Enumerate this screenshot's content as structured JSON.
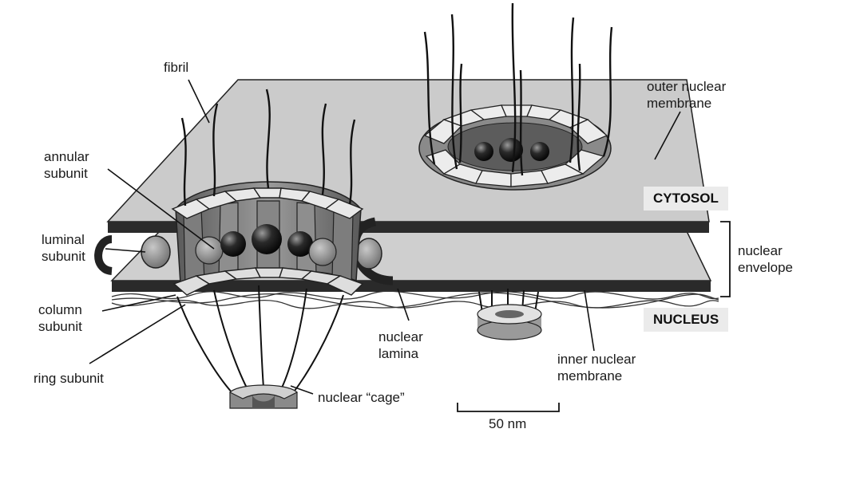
{
  "labels": {
    "fibril": "fibril",
    "outer_nuclear_membrane": "outer nuclear\nmembrane",
    "annular_subunit": "annular\nsubunit",
    "luminal_subunit": "luminal\nsubunit",
    "column_subunit": "column\nsubunit",
    "ring_subunit": "ring subunit",
    "nuclear_envelope": "nuclear\nenvelope",
    "nuclear_lamina": "nuclear\nlamina",
    "inner_nuclear_membrane": "inner nuclear\nmembrane",
    "nuclear_cage": "nuclear “cage”",
    "scale_bar": "50 nm"
  },
  "regions": {
    "cytosol": "CYTOSOL",
    "nucleus": "NUCLEUS"
  }
}
